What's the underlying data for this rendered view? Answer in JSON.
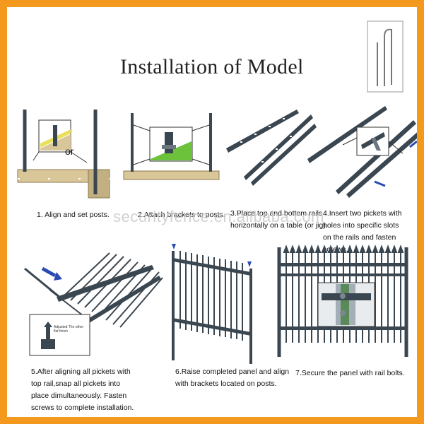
{
  "title": "Installation of Model",
  "watermark": "securityfence.en.alibaba.com",
  "steps": [
    {
      "lines": [
        "1. Align and set posts."
      ],
      "inset_text": "or"
    },
    {
      "lines": [
        "2.Attach brackets to posts."
      ]
    },
    {
      "lines": [
        "3.Place top and bottom rails",
        "horizontally on a table (or jig)."
      ]
    },
    {
      "lines": [
        "4.Insert two pickets with",
        "holes into specific slots",
        "on the rails and fasten screws."
      ]
    },
    {
      "lines": [
        "5.After aligning all pickets with",
        "top rail,snap all pickets into",
        "place dimultaneously. Fasten",
        "screws to complete installation."
      ],
      "inset_text": [
        "Adjusted The other",
        "flat finish"
      ]
    },
    {
      "lines": [
        "6.Raise completed panel and align",
        "with brackets located on posts."
      ]
    },
    {
      "lines": [
        "7.Secure the panel with rail bolts."
      ]
    }
  ],
  "colors": {
    "border": "#f39a1e",
    "metal": "#3a4650",
    "ground": "#d9c79a",
    "accent_green": "#6cc23a",
    "arrow_blue": "#2a4bb5"
  }
}
